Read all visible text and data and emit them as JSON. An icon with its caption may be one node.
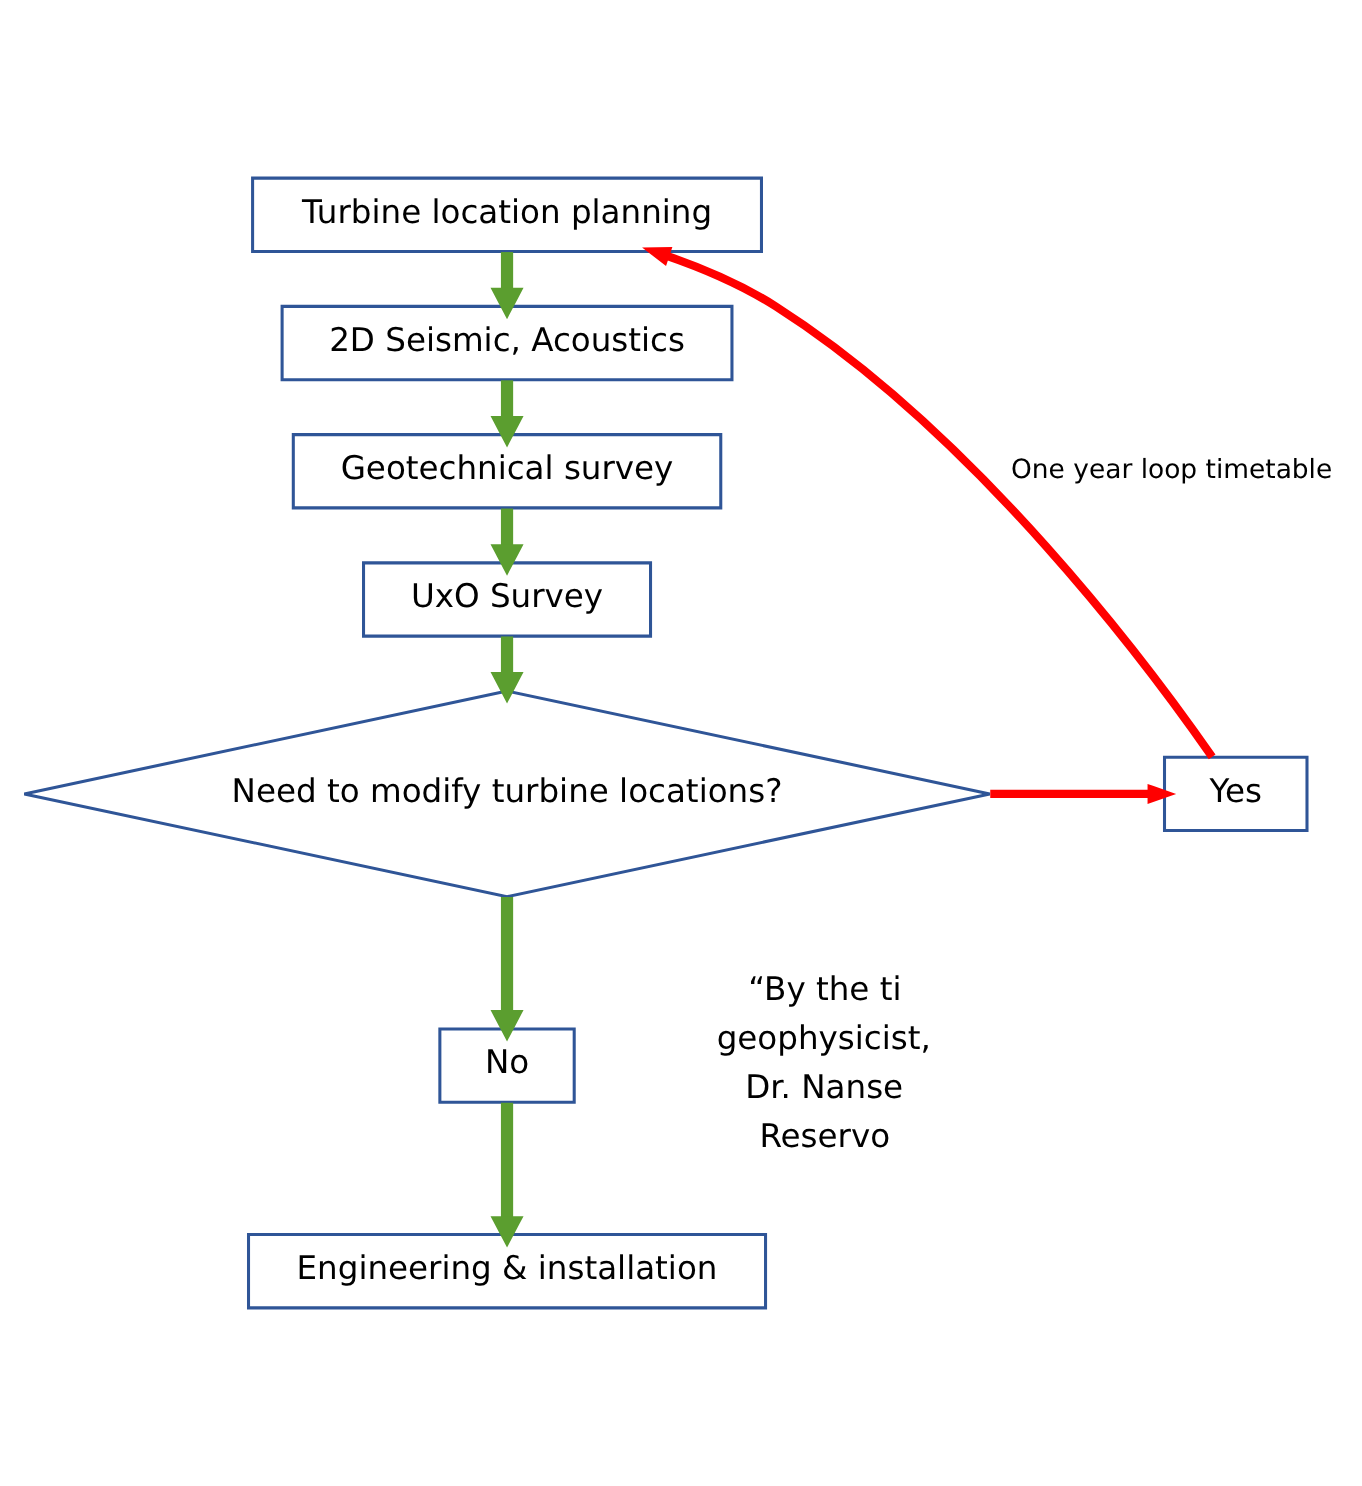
{
  "diagram": {
    "nodes": [
      {
        "text": [
          "Turbine location planning"
        ]
      },
      {
        "text": [
          "2D Seismic, Acoustics"
        ]
      },
      {
        "text": [
          "Geotechnical survey"
        ]
      },
      {
        "text": [
          "UxO Survey"
        ]
      },
      {
        "text": [
          "Need to modify turbine locations?"
        ]
      },
      {
        "text": [
          "Yes"
        ]
      },
      {
        "text": [
          "No"
        ]
      },
      {
        "text": [
          "Engineering & installation"
        ]
      }
    ],
    "edges": [
      {
        "from": 0,
        "to": 1,
        "arrow": "to"
      },
      {
        "from": 1,
        "to": 2,
        "arrow": "to"
      },
      {
        "from": 2,
        "to": 3,
        "arrow": "to"
      },
      {
        "from": 3,
        "to": 4,
        "arrow": "to"
      },
      {
        "from": 4,
        "to": 5,
        "arrow": "to",
        "color": "#ff0000"
      },
      {
        "from": 5,
        "to": 0,
        "arrow": "to",
        "label": "One year loop timetable",
        "color": "#ff0000"
      },
      {
        "from": 4,
        "to": 6,
        "arrow": "to"
      },
      {
        "from": 6,
        "to": 7,
        "arrow": "to"
      }
    ],
    "labels": [
      "“By the ti",
      "geophysicist,",
      "Dr. Nanse",
      "Reservo"
    ]
  }
}
